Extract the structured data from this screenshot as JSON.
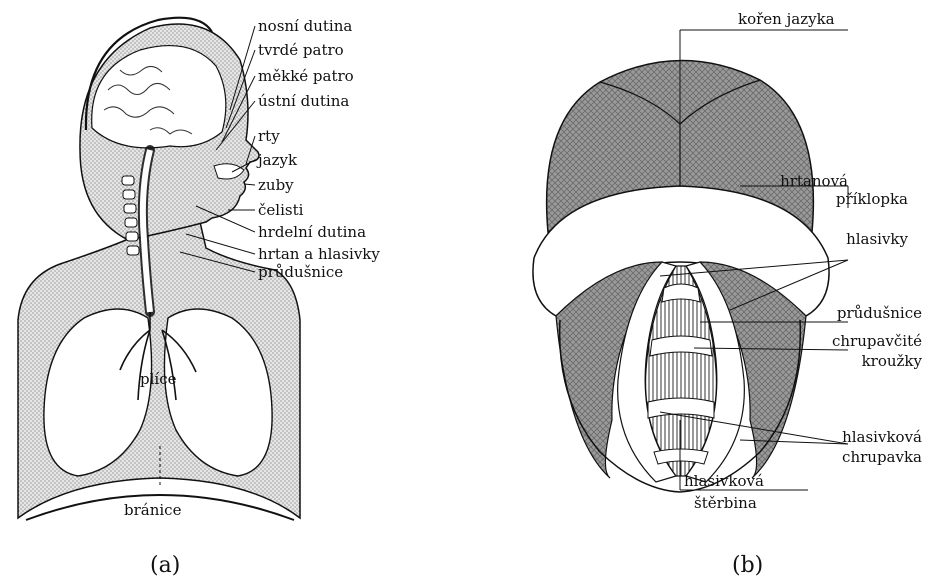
{
  "figure_a": {
    "caption": "(a)",
    "labels": {
      "nosni_dutina": "nosní dutina",
      "tvrde_patro": "tvrdé patro",
      "mekke_patro": "měkké patro",
      "ustni_dutina": "ústní dutina",
      "rty": "rty",
      "jazyk": "jazyk",
      "zuby": "zuby",
      "celisti": "čelisti",
      "hrdelni_dutina": "hrdelní dutina",
      "hrtan_hlasivky": "hrtan a hlasivky",
      "prudusnice": "průdušnice",
      "plice": "plíce",
      "branice": "bránice"
    }
  },
  "figure_b": {
    "caption": "(b)",
    "labels": {
      "koren_jazyka": "kořen jazyka",
      "hrtanova_1": "hrtanová",
      "hrtanova_2": "příklopka",
      "hlasivky": "hlasivky",
      "prudusnice": "průdušnice",
      "chrupavcite_1": "chrupavčité",
      "chrupavcite_2": "kroužky",
      "hlasivkova_chrup_1": "hlasivková",
      "hlasivkova_chrup_2": "chrupavka",
      "hlasivkova_sterb_1": "hlasivková",
      "hlasivkova_sterb_2": "štěrbina"
    }
  },
  "colors": {
    "ink": "#111111",
    "shade": "#bdbdbd",
    "hatch": "#8a8a8a",
    "paper": "#ffffff"
  }
}
